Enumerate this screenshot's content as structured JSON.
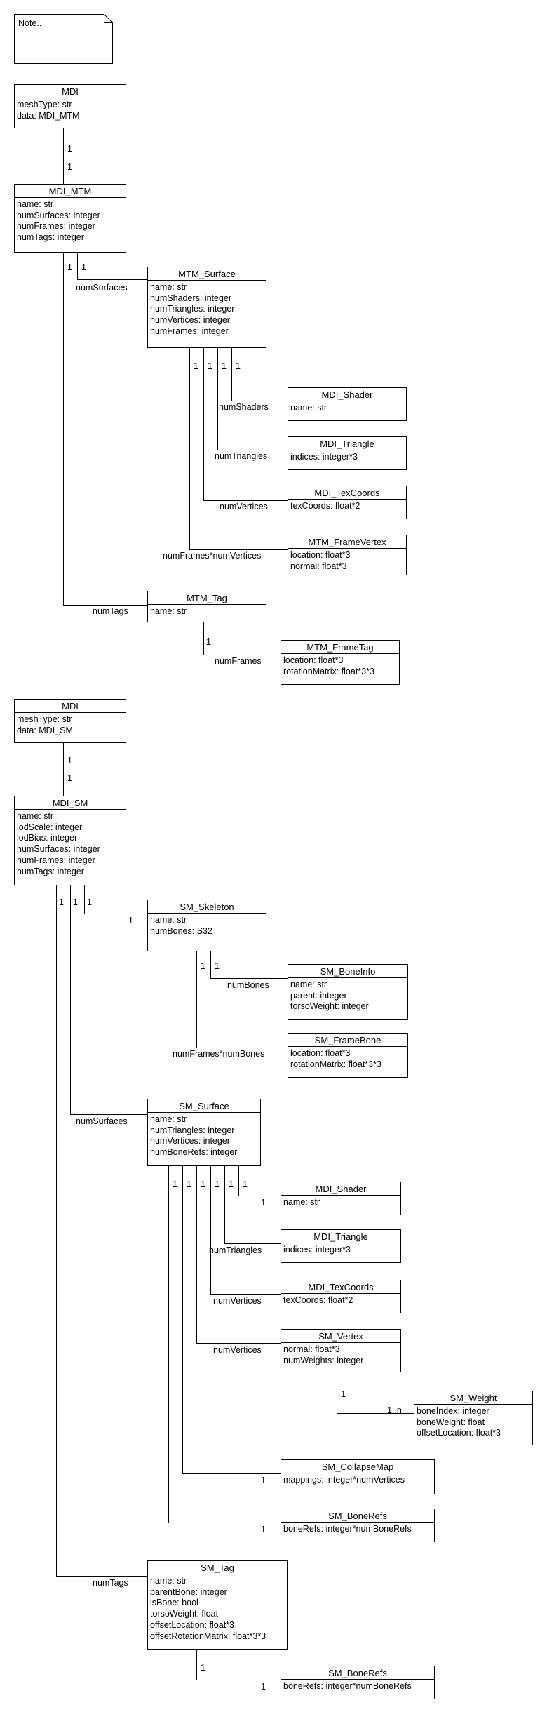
{
  "note": "Note..",
  "classes": {
    "mdi1": {
      "name": "MDI",
      "attrs": [
        "meshType: str",
        "data: MDI_MTM"
      ]
    },
    "mdi_mtm": {
      "name": "MDI_MTM",
      "attrs": [
        "name: str",
        "numSurfaces: integer",
        "numFrames: integer",
        "numTags: integer"
      ]
    },
    "mtm_surface": {
      "name": "MTM_Surface",
      "attrs": [
        "name: str",
        "numShaders: integer",
        "numTriangles: integer",
        "numVertices: integer",
        "numFrames: integer"
      ]
    },
    "mdi_shader1": {
      "name": "MDI_Shader",
      "attrs": [
        "name: str"
      ]
    },
    "mdi_triangle1": {
      "name": "MDI_Triangle",
      "attrs": [
        "indices: integer*3"
      ]
    },
    "mdi_texcoords1": {
      "name": "MDI_TexCoords",
      "attrs": [
        "texCoords: float*2"
      ]
    },
    "mtm_framevertex": {
      "name": "MTM_FrameVertex",
      "attrs": [
        "location: float*3",
        "normal: float*3"
      ]
    },
    "mtm_tag": {
      "name": "MTM_Tag",
      "attrs": [
        "name: str"
      ]
    },
    "mtm_frametag": {
      "name": "MTM_FrameTag",
      "attrs": [
        "location: float*3",
        "rotationMatrix: float*3*3"
      ]
    },
    "mdi2": {
      "name": "MDI",
      "attrs": [
        "meshType: str",
        "data: MDI_SM"
      ]
    },
    "mdi_sm": {
      "name": "MDI_SM",
      "attrs": [
        "name: str",
        "lodScale: integer",
        "lodBias: integer",
        "numSurfaces: integer",
        "numFrames: integer",
        "numTags: integer"
      ]
    },
    "sm_skeleton": {
      "name": "SM_Skeleton",
      "attrs": [
        "name: str",
        "numBones: S32"
      ]
    },
    "sm_boneinfo": {
      "name": "SM_BoneInfo",
      "attrs": [
        "name: str",
        "parent: integer",
        "torsoWeight: integer"
      ]
    },
    "sm_framebone": {
      "name": "SM_FrameBone",
      "attrs": [
        "location: float*3",
        "rotationMatrix: float*3*3"
      ]
    },
    "sm_surface": {
      "name": "SM_Surface",
      "attrs": [
        "name: str",
        "numTriangles: integer",
        "numVertices: integer",
        "numBoneRefs: integer"
      ]
    },
    "mdi_shader2": {
      "name": "MDI_Shader",
      "attrs": [
        "name: str"
      ]
    },
    "mdi_triangle2": {
      "name": "MDI_Triangle",
      "attrs": [
        "indices: integer*3"
      ]
    },
    "mdi_texcoords2": {
      "name": "MDI_TexCoords",
      "attrs": [
        "texCoords: float*2"
      ]
    },
    "sm_vertex": {
      "name": "SM_Vertex",
      "attrs": [
        "normal: float*3",
        "numWeights: integer"
      ]
    },
    "sm_weight": {
      "name": "SM_Weight",
      "attrs": [
        "boneIndex: integer",
        "boneWeight: float",
        "offsetLocation: float*3"
      ]
    },
    "sm_collapsemap": {
      "name": "SM_CollapseMap",
      "attrs": [
        "mappings: integer*numVertices"
      ]
    },
    "sm_bonerefs1": {
      "name": "SM_BoneRefs",
      "attrs": [
        "boneRefs: integer*numBoneRefs"
      ]
    },
    "sm_tag": {
      "name": "SM_Tag",
      "attrs": [
        "name: str",
        "parentBone: integer",
        "isBone: bool",
        "torsoWeight: float",
        "offsetLocation: float*3",
        "offsetRotationMatrix: float*3*3"
      ]
    },
    "sm_bonerefs2": {
      "name": "SM_BoneRefs",
      "attrs": [
        "boneRefs: integer*numBoneRefs"
      ]
    }
  },
  "labels": {
    "one": "1",
    "one_to_n": "1..n",
    "numSurfaces": "numSurfaces",
    "numShaders": "numShaders",
    "numTriangles": "numTriangles",
    "numVertices": "numVertices",
    "numFrames_numVertices": "numFrames*numVertices",
    "numTags": "numTags",
    "numFrames": "numFrames",
    "numBones": "numBones",
    "numFrames_numBones": "numFrames*numBones"
  }
}
